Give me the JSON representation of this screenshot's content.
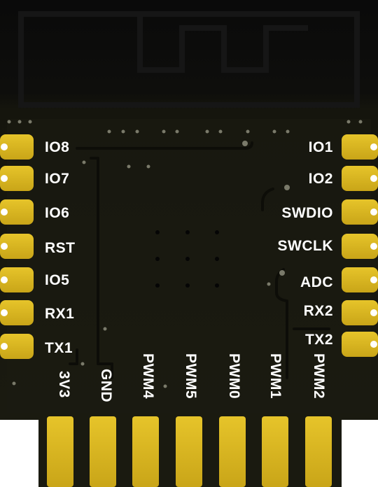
{
  "colors": {
    "board": "#17170e",
    "board_top": "#0c0c0c",
    "pad_gold": "#d9b521",
    "pad_gold_dark": "#b89614",
    "silkscreen": "#ffffff",
    "trace": "#2a2a1a",
    "via": "#8a8a7a"
  },
  "left_pins": [
    {
      "label": "IO8"
    },
    {
      "label": "IO7"
    },
    {
      "label": "IO6"
    },
    {
      "label": "RST"
    },
    {
      "label": "IO5"
    },
    {
      "label": "RX1"
    },
    {
      "label": "TX1"
    }
  ],
  "right_pins": [
    {
      "label": "IO1"
    },
    {
      "label": "IO2"
    },
    {
      "label": "SWDIO"
    },
    {
      "label": "SWCLK"
    },
    {
      "label": "ADC"
    },
    {
      "label": "RX2"
    },
    {
      "label": "TX2"
    }
  ],
  "bottom_pins": [
    {
      "label": "3V3"
    },
    {
      "label": "GND"
    },
    {
      "label": "PWM4"
    },
    {
      "label": "PWM5"
    },
    {
      "label": "PWM0"
    },
    {
      "label": "PWM1"
    },
    {
      "label": "PWM2"
    }
  ]
}
